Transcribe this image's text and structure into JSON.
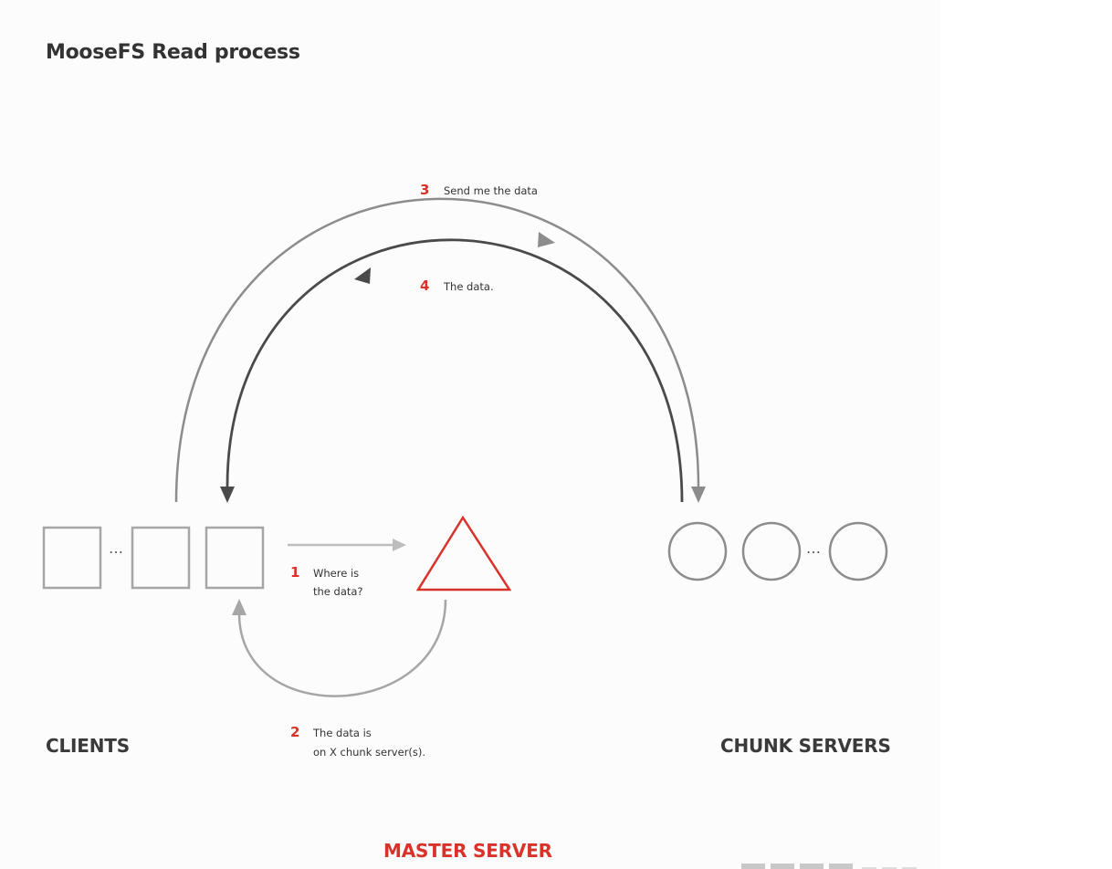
{
  "title": "MooseFS Read process",
  "groups": {
    "clients": "CLIENTS",
    "chunk_servers": "CHUNK SERVERS",
    "master_server": "MASTER SERVER"
  },
  "steps": [
    {
      "number": "1",
      "lines": [
        "Where  is",
        "the data?"
      ]
    },
    {
      "number": "2",
      "lines": [
        "The data is",
        "on X chunk server(s)."
      ]
    },
    {
      "number": "3",
      "lines": [
        "Send me the data"
      ]
    },
    {
      "number": "4",
      "lines": [
        "The data."
      ]
    }
  ],
  "ellipsis": "…",
  "colors": {
    "accent": "#d9322a",
    "light_gray": "#a6a6a6",
    "mid_gray": "#8c8c8c",
    "dark_gray": "#4a4a4a",
    "text": "#333333"
  }
}
